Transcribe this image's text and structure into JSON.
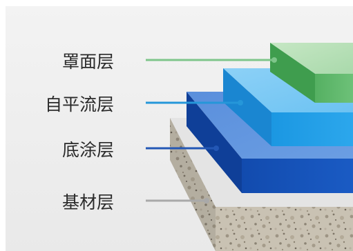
{
  "layers": [
    {
      "key": "top_coat",
      "label": "罩面层",
      "color": "#63b96d"
    },
    {
      "key": "self_leveling",
      "label": "自平流层",
      "color": "#2aa2e6"
    },
    {
      "key": "primer",
      "label": "底涂层",
      "color": "#1f58b9"
    },
    {
      "key": "substrate",
      "label": "基材层",
      "color": "#a8a8a8"
    }
  ]
}
